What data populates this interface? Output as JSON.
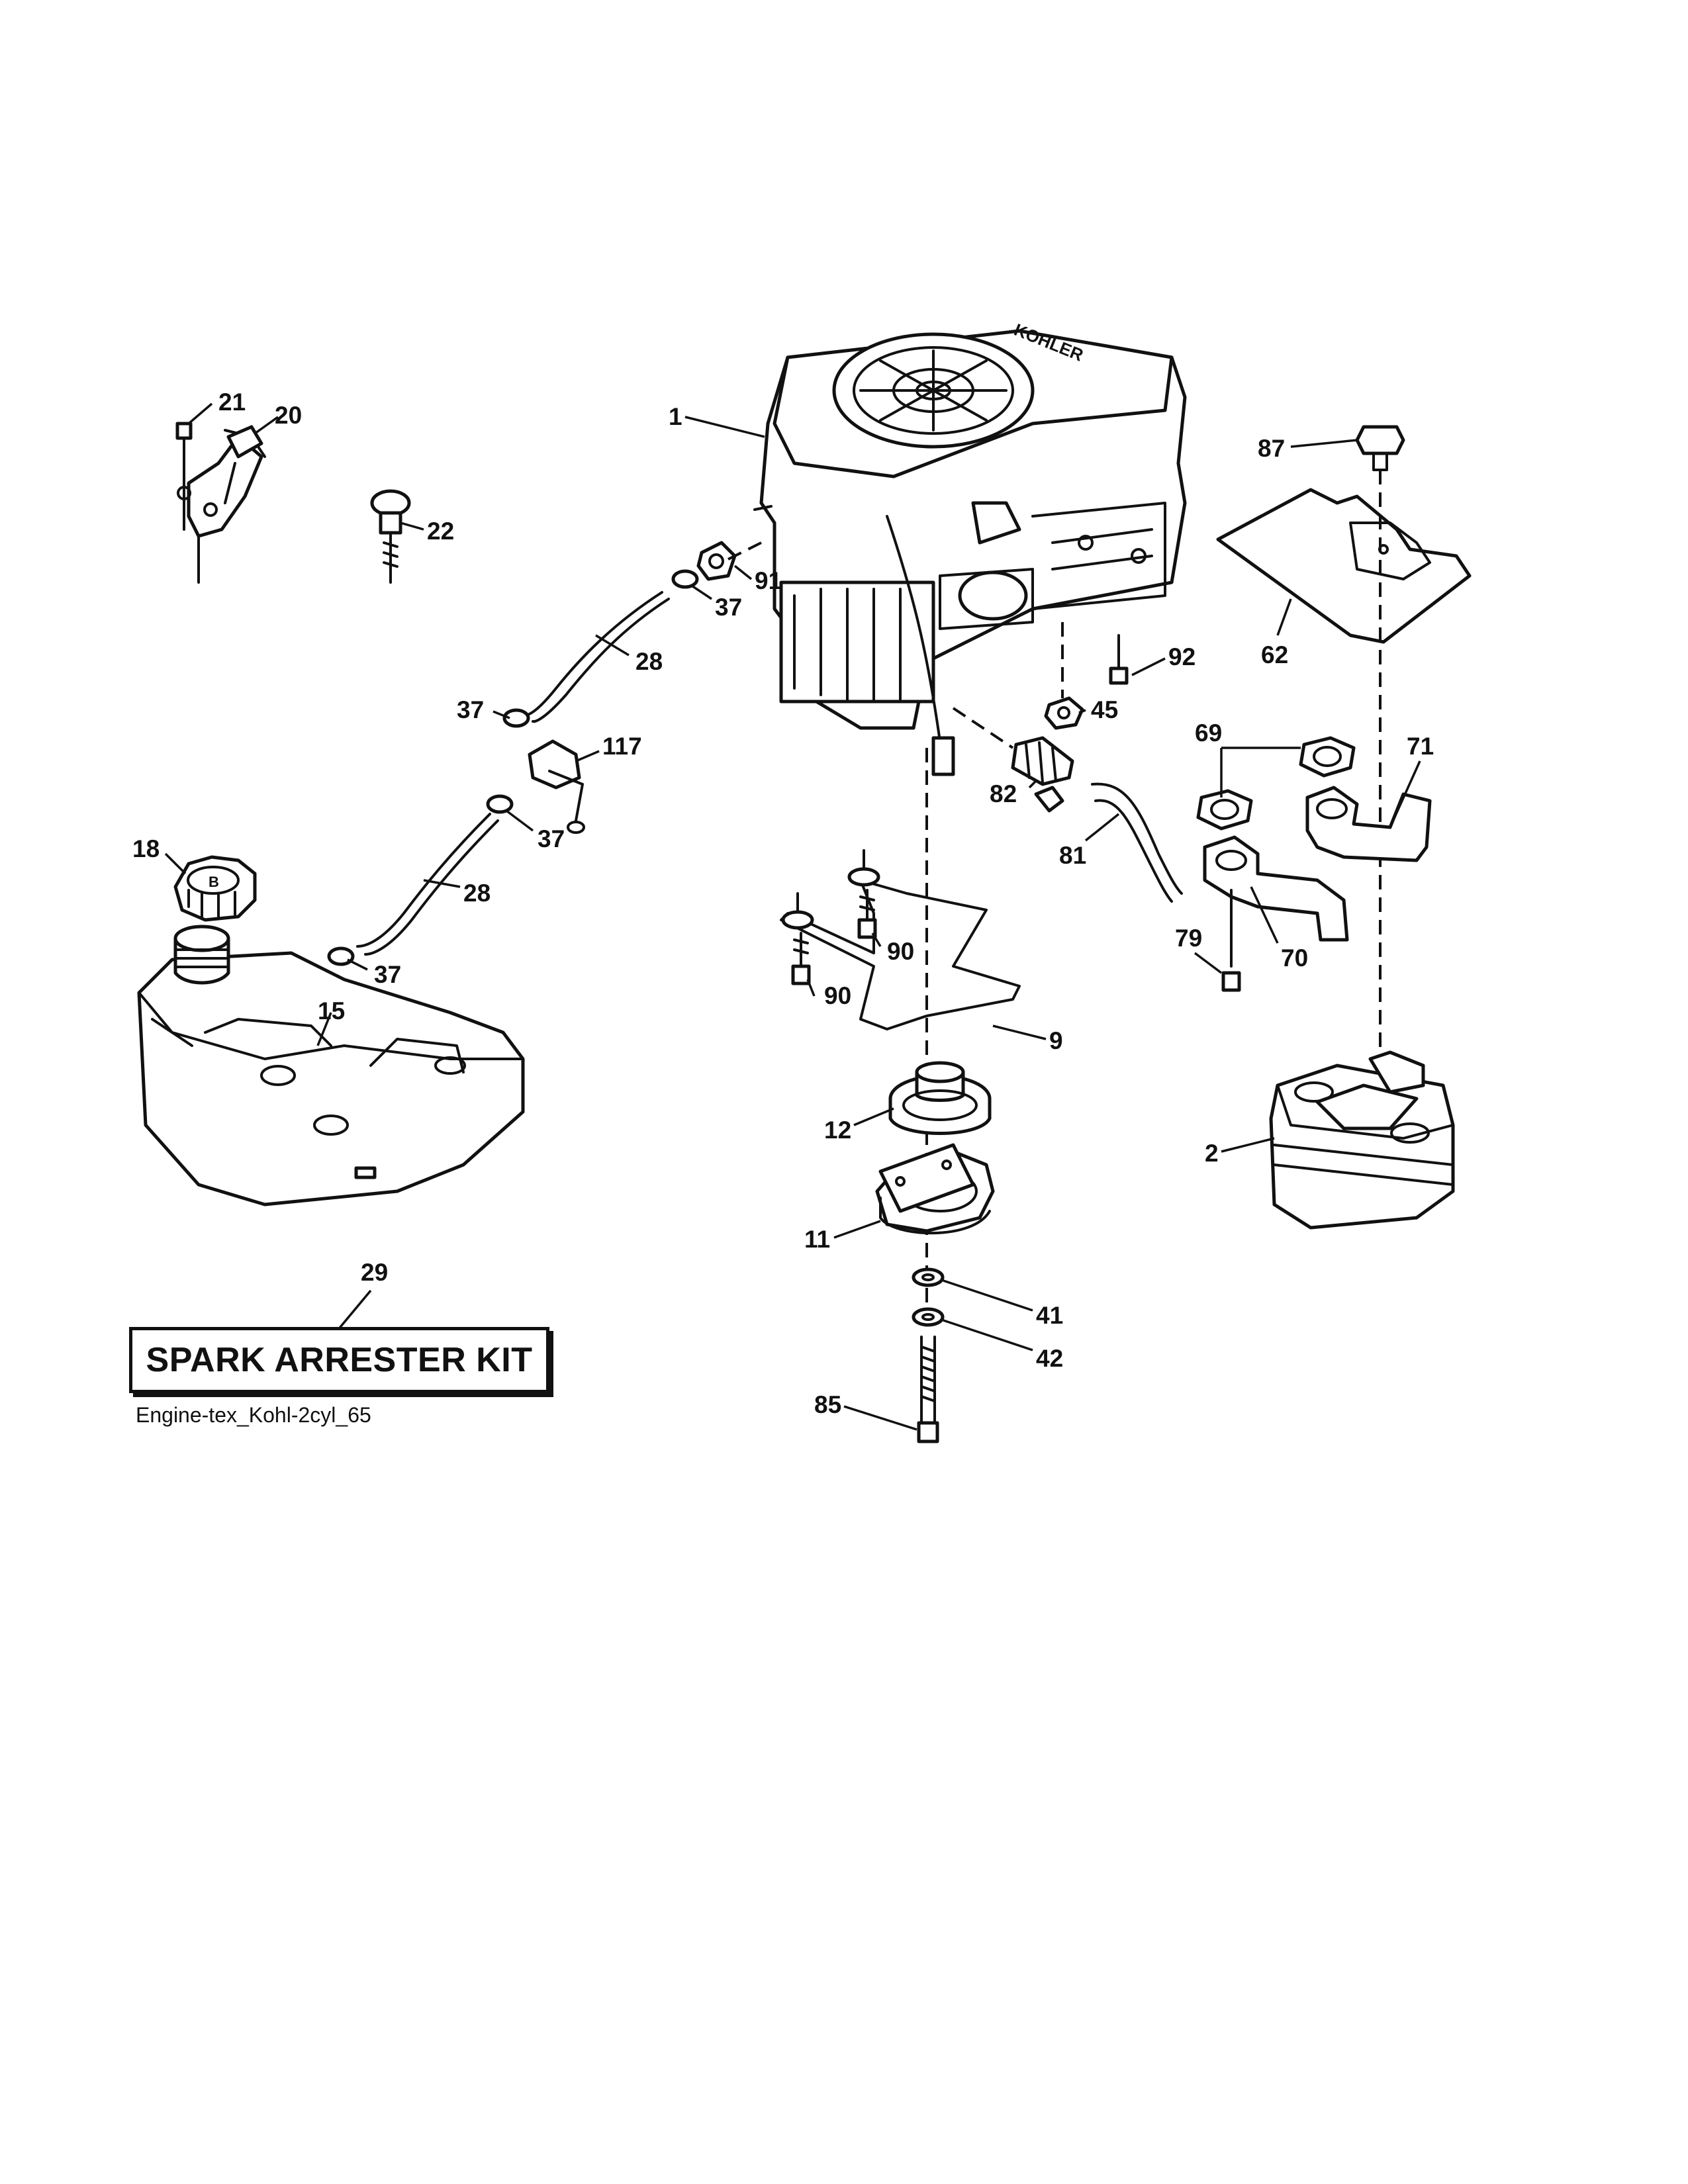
{
  "callouts": {
    "c1": "1",
    "c2": "2",
    "c9": "9",
    "c11": "11",
    "c12": "12",
    "c15": "15",
    "c18": "18",
    "c20": "20",
    "c21": "21",
    "c22": "22",
    "c28a": "28",
    "c28b": "28",
    "c29": "29",
    "c37a": "37",
    "c37b": "37",
    "c37c": "37",
    "c37d": "37",
    "c41": "41",
    "c42": "42",
    "c45": "45",
    "c62": "62",
    "c69": "69",
    "c70": "70",
    "c71": "71",
    "c79": "79",
    "c81": "81",
    "c82": "82",
    "c85": "85",
    "c87": "87",
    "c90a": "90",
    "c90b": "90",
    "c91": "91",
    "c92": "92",
    "c117": "117"
  },
  "kit": {
    "title": "SPARK ARRESTER KIT"
  },
  "diagram_code": "Engine-tex_Kohl-2cyl_65",
  "engine_brand": "KOHLER"
}
